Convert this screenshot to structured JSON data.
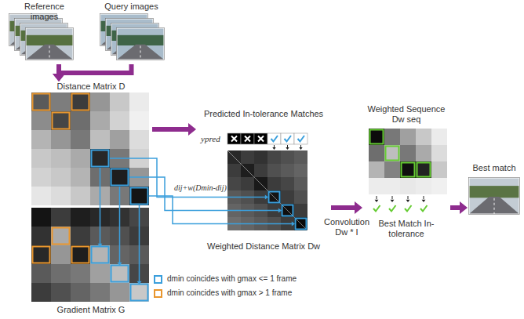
{
  "diagram": {
    "nodes": [
      {
        "text": [
          "Reference images"
        ]
      },
      {
        "text": [
          "Query images"
        ]
      },
      {
        "text": [
          "Distance Matrix D"
        ]
      },
      {
        "text": [
          "Gradient Matrix G"
        ]
      },
      {
        "text": [
          "Predicted In-tolerance Matches",
          "Weighted Distance Matrix Dw"
        ]
      },
      {
        "text": [
          "Weighted Sequence Dw seq"
        ]
      },
      {
        "text": [
          "Best match"
        ]
      }
    ],
    "edges": [
      {
        "from": 0,
        "to": 2,
        "arrow": "to"
      },
      {
        "from": 1,
        "to": 2,
        "arrow": "to"
      },
      {
        "from": 2,
        "to": 4,
        "arrow": "to"
      },
      {
        "from": 4,
        "to": 5,
        "arrow": "to",
        "label": "Convolution Dw * I"
      },
      {
        "from": 5,
        "to": 6,
        "arrow": "to"
      }
    ],
    "labels": [
      "ypred",
      "dij+w(Dmin-dij)",
      "Best Match In-tolerance"
    ],
    "legend": [
      {
        "text": "dmin coincides with gmax <= 1 frame",
        "color": "#3b9fdc"
      },
      {
        "text": "dmin coincides with gmax > 1 frame",
        "color": "#e8962e"
      }
    ]
  }
}
